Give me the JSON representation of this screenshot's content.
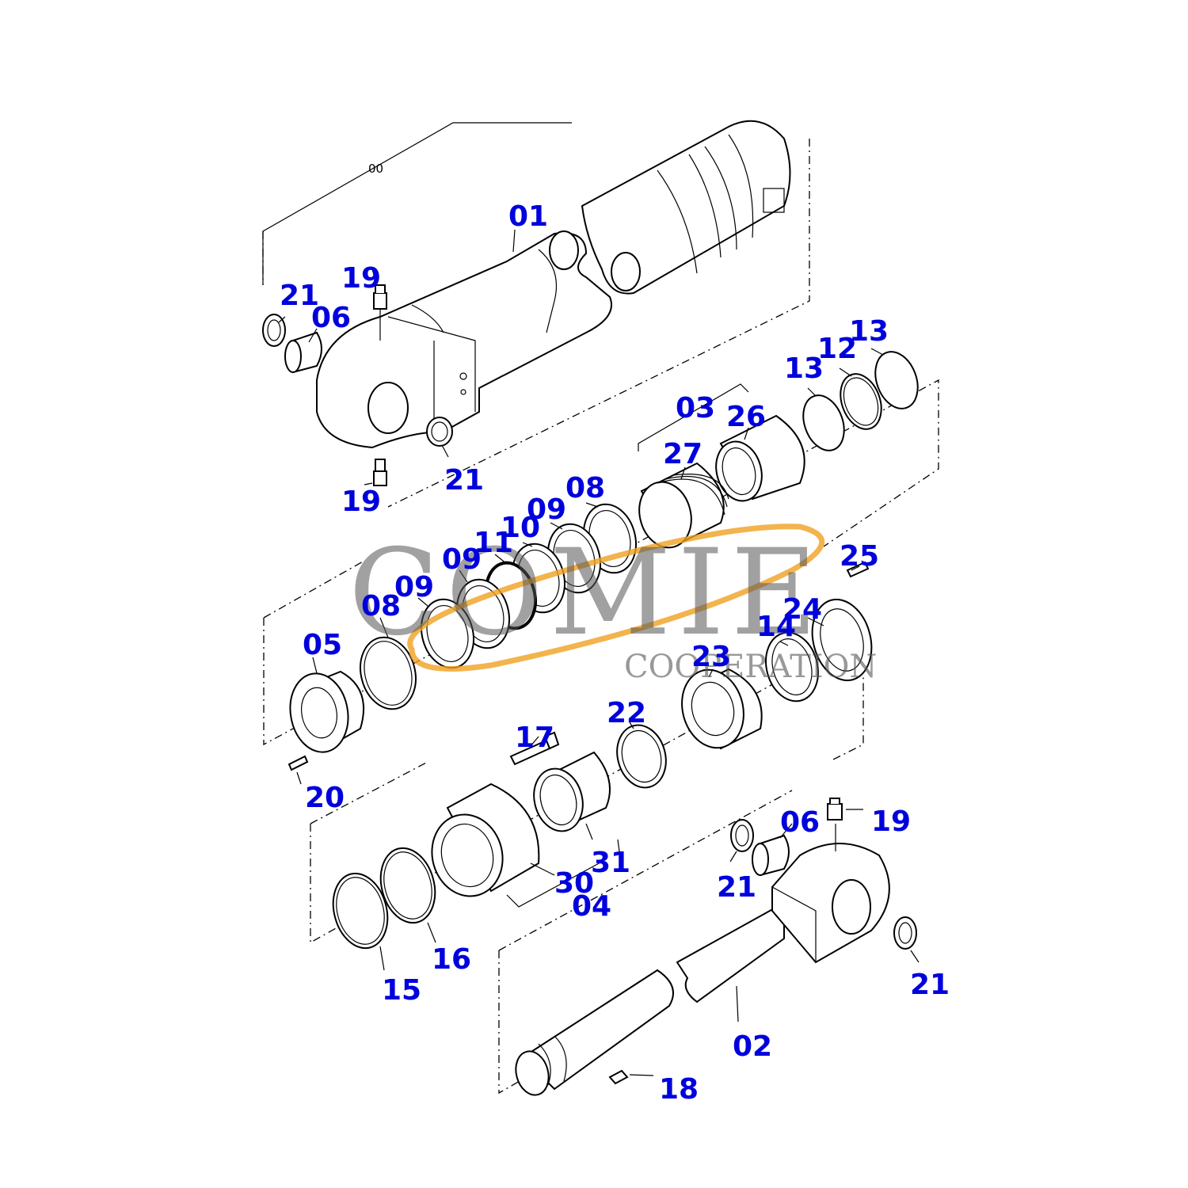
{
  "diagram": {
    "assembly_label": "00",
    "labels": {
      "l01": "01",
      "l02": "02",
      "l03": "03",
      "l04": "04",
      "l05": "05",
      "l06a": "06",
      "l06b": "06",
      "l08a": "08",
      "l08b": "08",
      "l09a": "09",
      "l09b": "09",
      "l09c": "09",
      "l10": "10",
      "l11": "11",
      "l12": "12",
      "l13a": "13",
      "l13b": "13",
      "l14": "14",
      "l15": "15",
      "l16": "16",
      "l17": "17",
      "l18": "18",
      "l19a": "19",
      "l19b": "19",
      "l19c": "19",
      "l20": "20",
      "l21a": "21",
      "l21b": "21",
      "l21c": "21",
      "l21d": "21",
      "l22": "22",
      "l23": "23",
      "l24": "24",
      "l25": "25",
      "l26": "26",
      "l27": "27",
      "l30": "30",
      "l31": "31"
    },
    "colors": {
      "label": "#0000dd",
      "watermark_text": "#555555",
      "watermark_swoosh": "#f0a020"
    }
  },
  "watermark": {
    "main": "COMIE",
    "sub": "COOPERATION"
  }
}
